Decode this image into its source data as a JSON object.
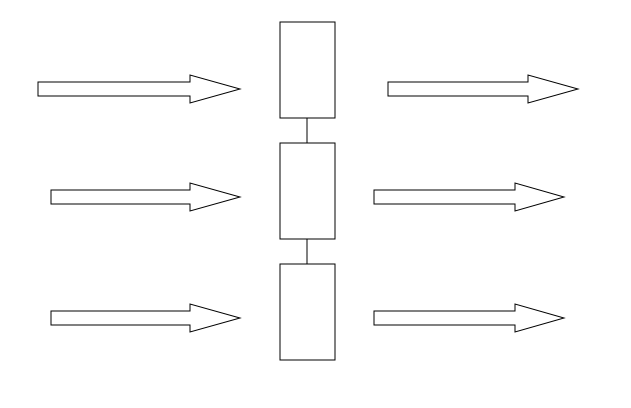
{
  "diagram": {
    "stroke": "#000000",
    "fill": "#ffffff",
    "boxes": [
      {
        "id": "box-1"
      },
      {
        "id": "box-2"
      },
      {
        "id": "box-3"
      }
    ],
    "connectors": [
      {
        "from": "box-1",
        "to": "box-2"
      },
      {
        "from": "box-2",
        "to": "box-3"
      }
    ],
    "arrows": [
      {
        "id": "input-arrow-1",
        "side": "left",
        "target": "box-1"
      },
      {
        "id": "input-arrow-2",
        "side": "left",
        "target": "box-2"
      },
      {
        "id": "input-arrow-3",
        "side": "left",
        "target": "box-3"
      },
      {
        "id": "output-arrow-1",
        "side": "right",
        "source": "box-1"
      },
      {
        "id": "output-arrow-2",
        "side": "right",
        "source": "box-2"
      },
      {
        "id": "output-arrow-3",
        "side": "right",
        "source": "box-3"
      }
    ]
  }
}
